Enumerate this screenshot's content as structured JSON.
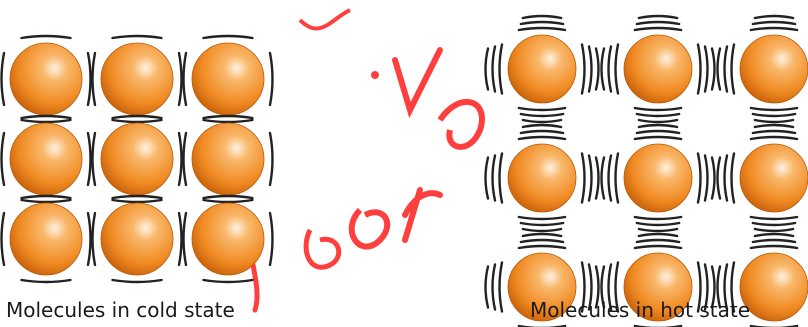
{
  "panels": {
    "cold": {
      "caption": "Molecules in cold state",
      "rows": 3,
      "cols": 3,
      "vibration_arcs": 1
    },
    "hot": {
      "caption": "Molecules in hot state",
      "rows": 3,
      "cols": 3,
      "vibration_arcs": 3
    }
  },
  "colors": {
    "molecule_fill": "#f08a22",
    "molecule_highlight": "#fde4c8",
    "molecule_shadow": "#c8610a",
    "vibration_lines": "#222222",
    "watermark": "#ff2a2a"
  }
}
